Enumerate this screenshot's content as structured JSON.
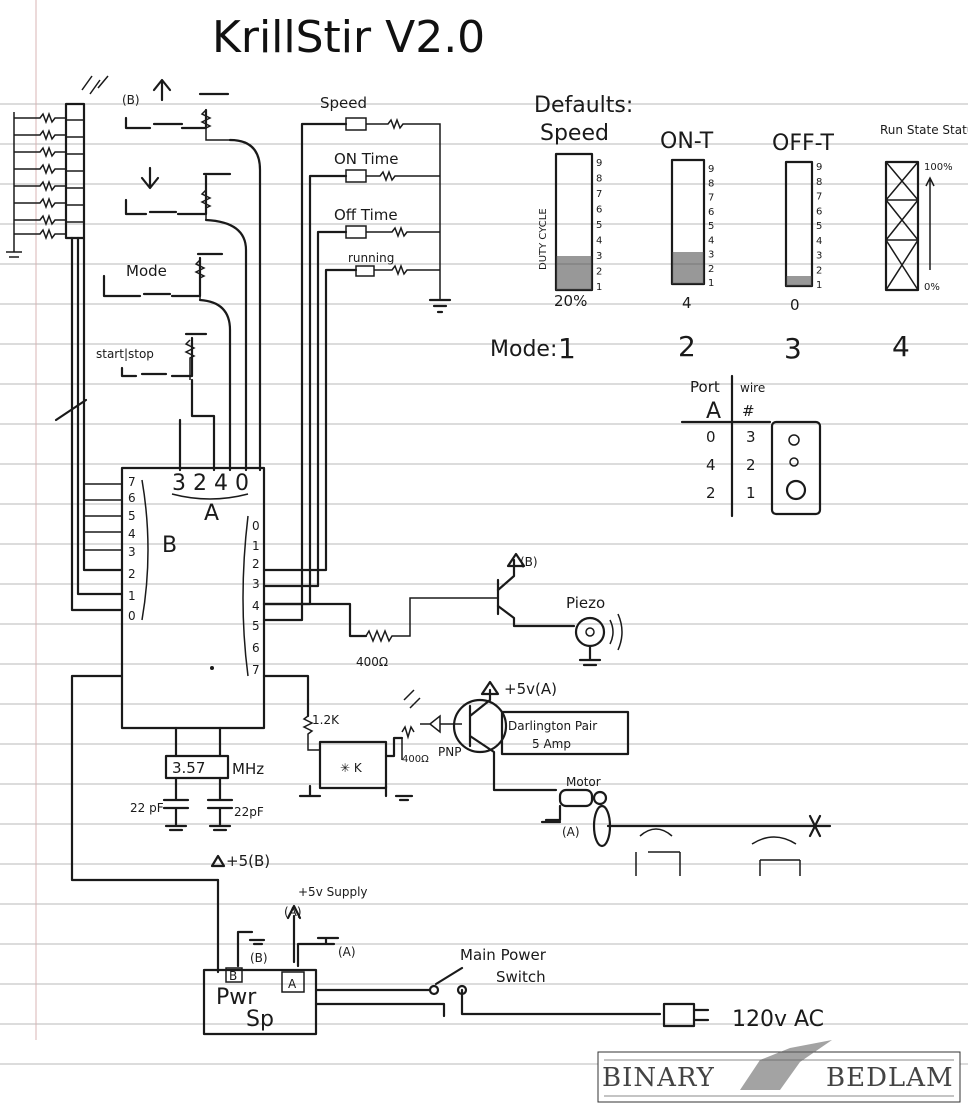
{
  "title": "KrillStir V2.0",
  "left": {
    "up_label": "(B)",
    "mode_label": "Mode",
    "startstop_label": "start|stop"
  },
  "leds": {
    "speed": "Speed",
    "on_time": "ON Time",
    "off_time": "Off Time",
    "running": "running"
  },
  "defaults": {
    "heading": "Defaults:",
    "columns": [
      {
        "label": "Speed",
        "bottom": "20%",
        "mode": "1",
        "side_label": "DUTY CYCLE"
      },
      {
        "label": "ON-T",
        "bottom": "4",
        "mode": "2"
      },
      {
        "label": "OFF-T",
        "bottom": "0",
        "mode": "3"
      },
      {
        "label": "Run State Status",
        "top": "100%",
        "bottom": "0%",
        "mode": "4"
      }
    ],
    "mode_label": "Mode:",
    "scale_ticks": [
      "9",
      "8",
      "7",
      "6",
      "5",
      "4",
      "3",
      "2",
      "1"
    ]
  },
  "port_table": {
    "headers": [
      "Port",
      "wire"
    ],
    "subheaders": [
      "A",
      "#"
    ],
    "rows": [
      {
        "port": "0",
        "wire": "3"
      },
      {
        "port": "4",
        "wire": "2"
      },
      {
        "port": "2",
        "wire": "1"
      }
    ]
  },
  "mcu": {
    "portA_pins": "3 2 4 0",
    "portA_label": "A",
    "portB_label": "B",
    "left_pins": [
      "7",
      "6",
      "5",
      "4",
      "3",
      "2",
      "1",
      "0"
    ],
    "right_pins": [
      "0",
      "1",
      "2",
      "3",
      "4",
      "5",
      "6",
      "7"
    ]
  },
  "crystal": {
    "value": "3.57",
    "unit": "MHz",
    "cap_left": "22 pF",
    "cap_right": "22pF"
  },
  "transistor_b": "(B)",
  "piezo_label": "Piezo",
  "resistor_400": "400Ω",
  "power": {
    "plus5b": "+5(B)",
    "plus5_supply": "+5v Supply",
    "supply_a": "(A)",
    "gnd_b": "(B)",
    "gnd_a": "(A)",
    "box_b": "B",
    "box_a": "A",
    "box_label_1": "Pwr",
    "box_label_2": "Sp",
    "switch_label_1": "Main Power",
    "switch_label_2": "Switch",
    "ac_label": "120v AC"
  },
  "driver": {
    "r12k": "1.2K",
    "plus5va": "+5v(A)",
    "pnp": "PNP",
    "r400": "400Ω",
    "darlington_1": "Darlington Pair",
    "darlington_2": "5 Amp",
    "motor": "Motor",
    "motor_gnd": "(A)"
  },
  "logo": {
    "left": "BINARY",
    "right": "BEDLAM"
  }
}
